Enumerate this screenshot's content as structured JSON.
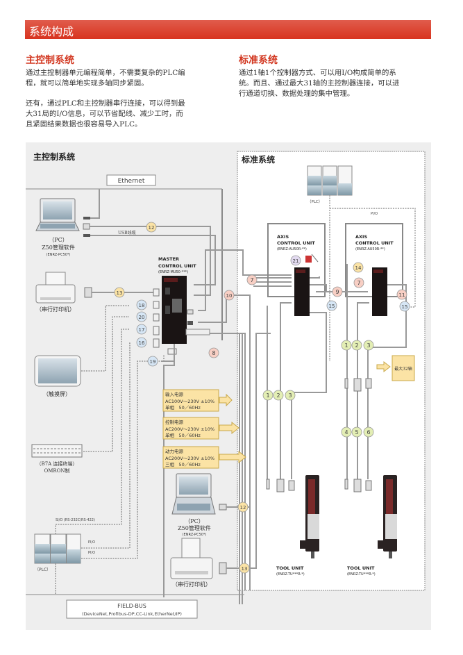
{
  "header": {
    "title": "系统构成"
  },
  "left_section": {
    "title": "主控制系统",
    "paragraphs": [
      [
        "通过主控制器单元编程简单，不需要复杂的PLC编",
        "程，就可以简单地实现多轴同步紧固。"
      ],
      [
        "还有，通过PLC和主控制器串行连接，可以得到最",
        "大31局的I/O信息，可以节省配线、减少工时，而",
        "且紧固结果数据也很容易导入PLC。"
      ]
    ]
  },
  "right_section": {
    "title": "标准系统",
    "paragraphs": [
      [
        "通过1轴1个控制器方式、可以用I/O构成简单的系",
        "统。而且、通过最大31轴的主控制器连接，可以进",
        "行通道切换、数据处理的集中管理。"
      ]
    ]
  },
  "diagram": {
    "master_title": "主控制系统",
    "standard_title": "标准系统",
    "ethernet": "Ethernet",
    "usb_label": "USB线缆",
    "pc": {
      "line1": "（PC）",
      "line2": "Z50管理软件",
      "line3": "(ENRZ-PC50*)"
    },
    "printer": "（串行打印机）",
    "touch": "（触摸屏）",
    "b7a": {
      "line1": "（B7A 连接终端）",
      "line2": "OMRON制"
    },
    "plc": "（PLC）",
    "sio": "SI/O (RS-232C/RS-422)",
    "pio": "PI/O",
    "master_unit": {
      "line1": "MASTER",
      "line2": "CONTROL UNIT",
      "line3": "(ENRZ-MU50-***)"
    },
    "axis_unit": {
      "line1": "AXIS",
      "line2": "CONTROL UNIT",
      "line3": "(ENRZ-AU50R-**)"
    },
    "tool_unit": {
      "line1": "TOOL UNIT",
      "line2": "(ENRZ-TU***R-*)"
    },
    "max_axes": "最大32轴",
    "power_boxes": [
      {
        "title": "输入电源",
        "line2": "AC100V～230V ±10%",
        "line3": "单相　50／60Hz"
      },
      {
        "title": "控制电源",
        "line2": "AC200V～230V ±10%",
        "line3": "单相　50／60Hz"
      },
      {
        "title": "动力电源",
        "line2": "AC200V～230V ±10%",
        "line3": "三相　50／60Hz"
      }
    ],
    "fieldbus": {
      "line1": "FIELD-BUS",
      "line2": "(DeviceNet,Profibus-DP,CC-Link,EtherNet/IP)"
    },
    "badges": {
      "b1": "1",
      "b2": "2",
      "b3": "3",
      "b4": "4",
      "b5": "5",
      "b6": "6",
      "b7": "7",
      "b8": "8",
      "b9": "9",
      "b10": "10",
      "b11": "11",
      "b12": "12",
      "b13": "13",
      "b14": "14",
      "b15": "15",
      "b16": "16",
      "b17": "17",
      "b18": "18",
      "b19": "19",
      "b20": "20",
      "b21": "21"
    },
    "colors": {
      "header_red": "#d8341f",
      "badge_yellow": "#fbe3a5",
      "badge_blue": "#d6e6f5",
      "badge_pink": "#f8cfc4",
      "badge_green": "#e3eeb4",
      "badge_purple": "#e2daf0",
      "power_box": "#fbe3a5"
    }
  }
}
